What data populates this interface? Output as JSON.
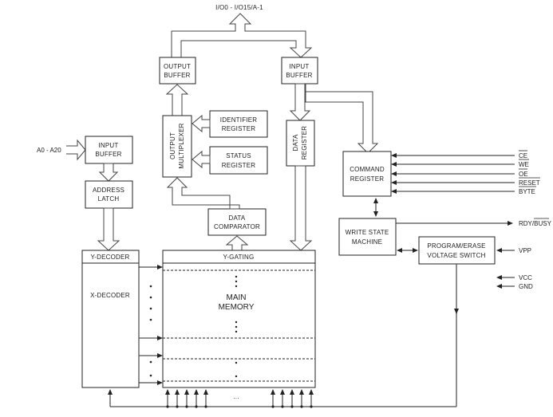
{
  "diagram": {
    "type": "flash-memory-block-diagram",
    "io_bus_label": "I/O0 - I/O15/A-1",
    "address_label": "A0 - A20",
    "blocks": {
      "output_buffer": [
        "OUTPUT",
        "BUFFER"
      ],
      "input_buffer_data": [
        "INPUT",
        "BUFFER"
      ],
      "output_multiplexer": [
        "OUTPUT",
        "MULTIPLEXER"
      ],
      "identifier_register": [
        "IDENTIFIER",
        "REGISTER"
      ],
      "status_register": [
        "STATUS",
        "REGISTER"
      ],
      "data_register": [
        "DATA",
        "REGISTER"
      ],
      "data_comparator": [
        "DATA",
        "COMPARATOR"
      ],
      "input_buffer_address": [
        "INPUT",
        "BUFFER"
      ],
      "address_latch": [
        "ADDRESS",
        "LATCH"
      ],
      "y_decoder": "Y-DECODER",
      "x_decoder": "X-DECODER",
      "y_gating": "Y-GATING",
      "main_memory": [
        "MAIN",
        "MEMORY"
      ],
      "command_register": [
        "COMMAND",
        "REGISTER"
      ],
      "write_state_machine": [
        "WRITE STATE",
        "MACHINE"
      ],
      "program_erase_voltage_switch": [
        "PROGRAM/ERASE",
        "VOLTAGE SWITCH"
      ]
    },
    "control_inputs": [
      {
        "name": "CE",
        "active_low": true
      },
      {
        "name": "WE",
        "active_low": true
      },
      {
        "name": "OE",
        "active_low": true
      },
      {
        "name": "RESET",
        "active_low": true
      },
      {
        "name": "BYTE",
        "active_low": true
      }
    ],
    "outputs": {
      "ready_busy": {
        "prefix": "RDY/",
        "name": "BUSY",
        "active_low": true
      }
    },
    "power_inputs": [
      "VPP",
      "VCC",
      "GND"
    ],
    "ellipsis": "..."
  }
}
